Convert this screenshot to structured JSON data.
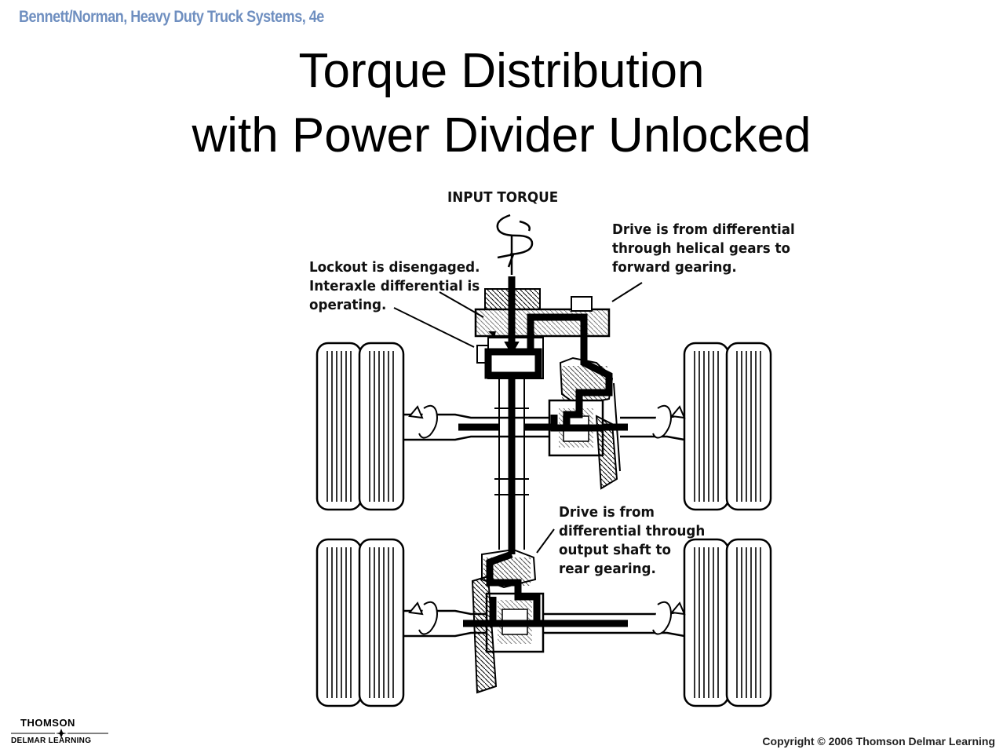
{
  "header": {
    "text": "Bennett/Norman, Heavy Duty Truck Systems, 4e"
  },
  "title": {
    "line1": "Torque Distribution",
    "line2": "with Power Divider Unlocked"
  },
  "labels": {
    "input_torque": "INPUT TORQUE",
    "lockout": "Lockout is disengaged.\nInteraxle differential is\noperating.",
    "forward": "Drive is from differential\nthrough helical gears to\nforward gearing.",
    "rear": "Drive is from\ndifferential through\noutput shaft to\nrear gearing."
  },
  "footer": {
    "logo_line1": "THOMSON",
    "logo_line2": "DELMAR LEARNING",
    "copyright": "Copyright © 2006 Thomson Delmar Learning"
  },
  "colors": {
    "header": "#6f8fc0",
    "torque_path": "#000000"
  }
}
